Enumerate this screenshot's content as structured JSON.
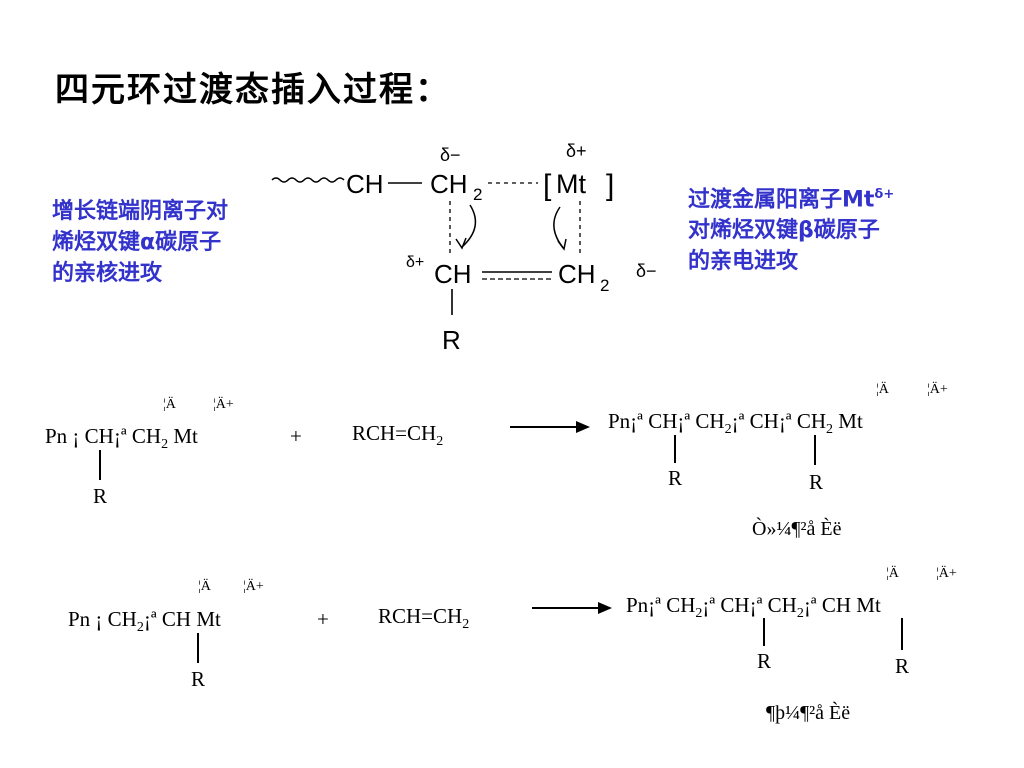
{
  "title": "四元环过渡态插入过程：",
  "left_note": [
    "增长链端阴离子对",
    "烯烃双键α碳原子",
    "的亲核进攻"
  ],
  "right_note": [
    "过渡金属阳离子Mt",
    "对烯烃双键β碳原子",
    "的亲电进攻"
  ],
  "right_note_superscript": "δ+",
  "diagram": {
    "wavy_chain": "~~~~~",
    "ch_top": "CH",
    "ch2_top": "CH",
    "ch2_sub": "2",
    "delta_minus_top": "δ−",
    "delta_plus_top": "δ+",
    "bracket_left": "[",
    "mt": "Mt",
    "bracket_right": "]",
    "delta_plus_left": "δ+",
    "ch_bottom": "CH",
    "ch2_bottom": "CH",
    "ch2_bottom_sub": "2",
    "delta_minus_right": "δ−",
    "r": "R"
  },
  "eq1": {
    "reactant": "Pn ¡ CH¡ª  CH",
    "reactant_sub": "2",
    "reactant_mt": " Mt",
    "label_a": "¦Ä",
    "label_b": "¦Ä+",
    "plus": "+",
    "monomer": "RCH=CH",
    "monomer_sub": "2",
    "r_label": "R",
    "product": "Pn¡ª  CH¡ª  CH",
    "product_part2_sub": "2",
    "product_part3": "¡ª  CH¡ª  CH",
    "product_part3_sub": "2",
    "product_mt": " Mt",
    "product_label_a": "¦Ä",
    "product_label_b": "¦Ä+",
    "product_r1": "R",
    "product_r2": "R",
    "caption": "Ò»¼¶²å Èë"
  },
  "eq2": {
    "reactant": "Pn ¡ CH",
    "reactant_sub": "2",
    "reactant_rest": "¡ª  CH Mt",
    "label_a": "¦Ä",
    "label_b": "¦Ä+",
    "plus": "+",
    "monomer": "RCH=CH",
    "monomer_sub": "2",
    "r_label": "R",
    "product": "Pn¡ª  CH",
    "product_sub1": "2",
    "product_mid": "¡ª  CH¡ª  CH",
    "product_sub2": "2",
    "product_end": "¡ª  CH Mt",
    "product_label_a": "¦Ä",
    "product_label_b": "¦Ä+",
    "product_r1": "R",
    "product_r2": "R",
    "caption": "¶þ¼¶²å Èë"
  }
}
